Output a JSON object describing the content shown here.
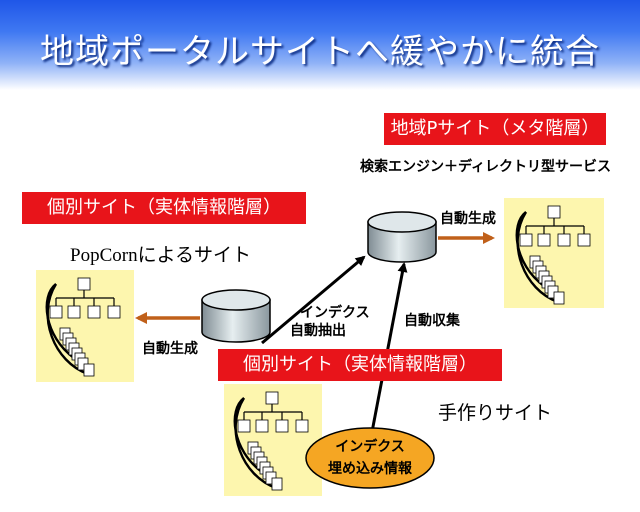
{
  "slide": {
    "title": "地域ポータルサイトへ緩やかに統合"
  },
  "labels": {
    "meta_site": "地域Pサイト（メタ階層）",
    "search_service": "検索エンジン＋ディレクトリ型サービス",
    "individual_site_1": "個別サイト（実体情報階層）",
    "popcorn_site": "PopCornによるサイト",
    "individual_site_2": "個別サイト（実体情報階層）",
    "handmade_site": "手作りサイト",
    "auto_generate_right": "自動生成",
    "auto_generate_left": "自動生成",
    "index_auto_extract_1": "インデクス",
    "index_auto_extract_2": "自動抽出",
    "auto_collect": "自動収集",
    "embedded_index_1": "インデクス",
    "embedded_index_2": "埋め込み情報"
  },
  "colors": {
    "title_blue": "#1f56e8",
    "label_red": "#e8141a",
    "panel_yellow": "#fdf6ae",
    "arrow_orange": "#c0601a",
    "ellipse_orange": "#f5a623"
  },
  "icons": [
    "database-icon",
    "site-tree-icon",
    "arrow-icon"
  ]
}
